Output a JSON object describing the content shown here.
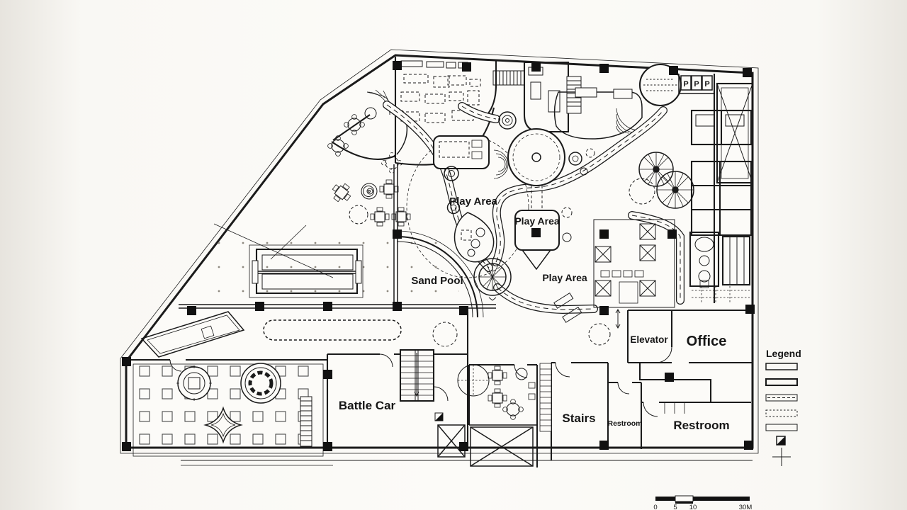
{
  "page": {
    "background": "#f7f5f1",
    "paper": "#fcfbf8",
    "ink": "#1b1b1b"
  },
  "plan": {
    "rooms": {
      "play_area": "Play Area",
      "sand_pool": "Sand Pool",
      "battle_car": "Battle Car",
      "stairs": "Stairs",
      "restroom": "Restroom",
      "elevator": "Elevator",
      "office": "Office"
    },
    "parking_letter": "P",
    "legend": {
      "title": "Legend",
      "items": [
        {
          "icon": "solid-wall-swatch"
        },
        {
          "icon": "partition-wall-swatch"
        },
        {
          "icon": "road-centerline-swatch"
        },
        {
          "icon": "dashed-boundary-swatch"
        },
        {
          "icon": "hatched-area-swatch"
        },
        {
          "icon": "column-marker"
        },
        {
          "icon": "axis-cross"
        }
      ]
    },
    "scale_bar": {
      "ticks": [
        "0",
        "5",
        "10",
        "30M"
      ]
    }
  }
}
